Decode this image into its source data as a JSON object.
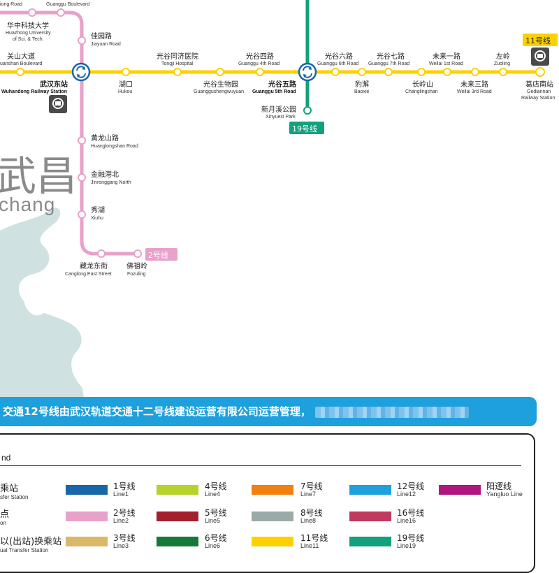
{
  "watermark": {
    "zh": "武昌",
    "en": "chang"
  },
  "line_colors": {
    "line2": "#e8a1c9",
    "line11": "#fdd000",
    "line19": "#13a07c",
    "water": "#cfe1e1",
    "banner": "#1ea0dc"
  },
  "line_tags": {
    "line2": "2号线",
    "line11": "11号线",
    "line19": "19号线"
  },
  "stations": {
    "s_guanggu_blvd": {
      "zh": "",
      "en": "Guanggu Boulevard"
    },
    "s_xiong_road": {
      "zh": "",
      "en": "iong Road"
    },
    "s_hust": {
      "zh": "华中科技大学",
      "en": "Huazhong University",
      "en2": "of Sci. & Tech."
    },
    "s_jiayuan": {
      "zh": "佳园路",
      "en": "Jiayuan Road"
    },
    "s_guanshan": {
      "zh": "关山大道",
      "en": "uanshan Boulevard"
    },
    "s_wuhandong": {
      "zh": "武汉东站",
      "en": "Wuhandong Railway Station"
    },
    "s_hukou": {
      "zh": "湖口",
      "en": "Hukou"
    },
    "s_tongji": {
      "zh": "光谷同济医院",
      "en": "Tongji Hospital"
    },
    "s_gg_biowuyuan": {
      "zh": "光谷生物园",
      "en": "Guanggushengwuyuan"
    },
    "s_gg4": {
      "zh": "光谷四路",
      "en": "Guanggu 4th Road"
    },
    "s_gg5": {
      "zh": "光谷五路",
      "en": "Guanggu 5th Road"
    },
    "s_xinyuexi": {
      "zh": "新月溪公园",
      "en": "Xinyuexi Park"
    },
    "s_gg6": {
      "zh": "光谷六路",
      "en": "Guanggu 6th Road"
    },
    "s_baoxie": {
      "zh": "豹澥",
      "en": "Baoxie"
    },
    "s_gg7": {
      "zh": "光谷七路",
      "en": "Guanggu 7th Road"
    },
    "s_changlingshan": {
      "zh": "长岭山",
      "en": "Changlingshan"
    },
    "s_weilai1": {
      "zh": "未来一路",
      "en": "Weilai 1st Road"
    },
    "s_weilai3": {
      "zh": "未来三路",
      "en": "Weilai 3rd Road"
    },
    "s_zuoling": {
      "zh": "左岭",
      "en": "Zuoling"
    },
    "s_gedian": {
      "zh": "葛店南站",
      "en": "Gediannan",
      "en2": "Railway Station"
    },
    "s_huanglongshan": {
      "zh": "黄龙山路",
      "en": "Huanglongshan Road"
    },
    "s_jinronggang": {
      "zh": "金融港北",
      "en": "Jinronggang North"
    },
    "s_xiuhu": {
      "zh": "秀湖",
      "en": "Xiuhu"
    },
    "s_canglong": {
      "zh": "藏龙东街",
      "en": "Canglong East Street"
    },
    "s_fozuling": {
      "zh": "佛祖岭",
      "en": "Fozuling"
    }
  },
  "banner": {
    "text": "交通12号线由武汉轨道交通十二号线建设运营有限公司运营管理，"
  },
  "legend": {
    "title": "nd",
    "keys": [
      {
        "zh": "乘站",
        "en": "sfer Station"
      },
      {
        "zh": "点",
        "en": "on"
      },
      {
        "zh": "以(出站)换乘站",
        "en": "ual Transfer Station"
      }
    ],
    "lines": [
      {
        "zh": "1号线",
        "en": "Line1",
        "color": "#1766a8"
      },
      {
        "zh": "2号线",
        "en": "Line2",
        "color": "#e8a1c9"
      },
      {
        "zh": "3号线",
        "en": "Line3",
        "color": "#d9b867"
      },
      {
        "zh": "4号线",
        "en": "Line4",
        "color": "#b7d32b"
      },
      {
        "zh": "5号线",
        "en": "Line5",
        "color": "#a4202c"
      },
      {
        "zh": "6号线",
        "en": "Line6",
        "color": "#16793a"
      },
      {
        "zh": "7号线",
        "en": "Line7",
        "color": "#f2800f"
      },
      {
        "zh": "8号线",
        "en": "Line8",
        "color": "#9aaaa8"
      },
      {
        "zh": "11号线",
        "en": "Line11",
        "color": "#fdd000"
      },
      {
        "zh": "12号线",
        "en": "Line12",
        "color": "#1ea0dc"
      },
      {
        "zh": "16号线",
        "en": "Line16",
        "color": "#c1395e"
      },
      {
        "zh": "19号线",
        "en": "Line19",
        "color": "#13a07c"
      },
      {
        "zh": "阳逻线",
        "en": "Yangluo Line",
        "color": "#b0167d"
      }
    ]
  }
}
